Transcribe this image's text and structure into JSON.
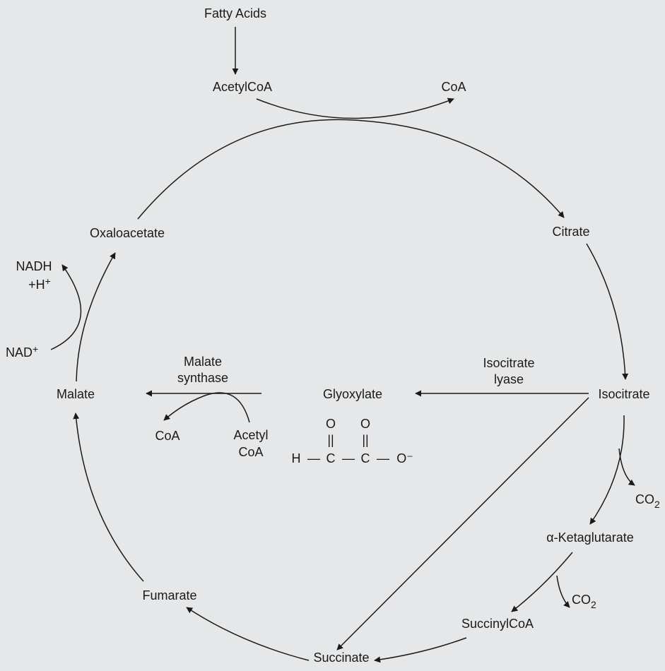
{
  "colors": {
    "background": "#e6e7e8",
    "ink": "#1a1a1a"
  },
  "nodes": {
    "fatty_acids": "Fatty Acids",
    "acetylcoa": "AcetylCoA",
    "coa_top": "CoA",
    "citrate": "Citrate",
    "isocitrate": "Isocitrate",
    "co2": "CO",
    "co2_sub": "2",
    "alpha_ketoglutarate": "α-Ketaglutarate",
    "succinylcoa": "SuccinylCoA",
    "succinate": "Succinate",
    "fumarate": "Fumarate",
    "malate": "Malate",
    "oxaloacetate": "Oxaloacetate",
    "nadh": "NADH",
    "hplus": "+H",
    "plus": "+",
    "nad": "NAD",
    "glyoxylate": "Glyoxylate",
    "coa_inner": "CoA",
    "acetyl": "Acetyl",
    "acetyl_coa": "CoA"
  },
  "enzymes": {
    "isocitrate_1": "Isocitrate",
    "isocitrate_2": "lyase",
    "malate_1": "Malate",
    "malate_2": "synthase"
  },
  "structure": {
    "o": "O",
    "h": "H",
    "c": "C",
    "oxide": "O⁻",
    "double_bond": "||",
    "bond": "—"
  }
}
